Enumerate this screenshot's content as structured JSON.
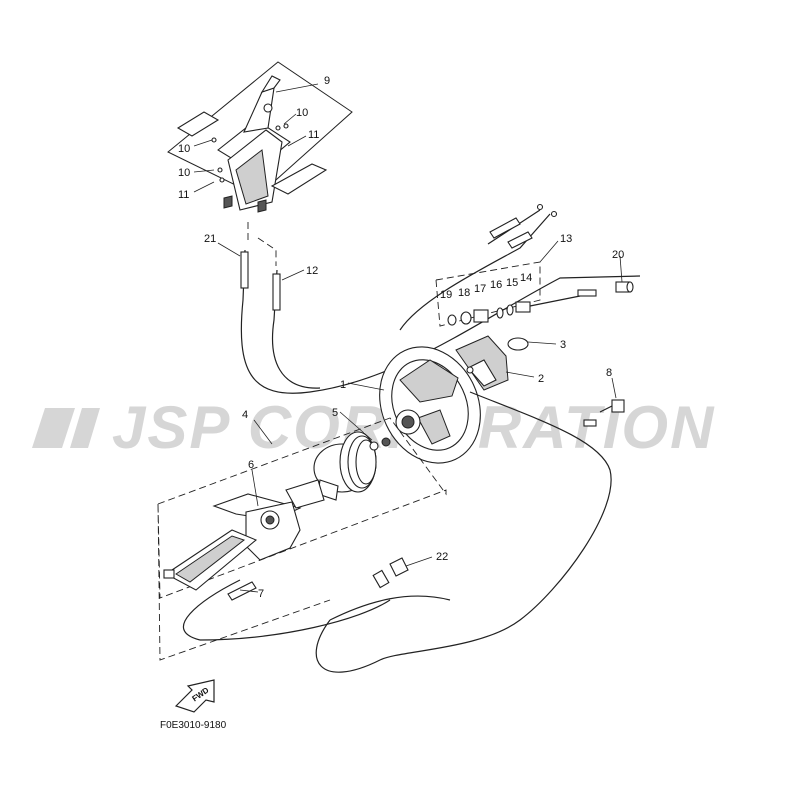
{
  "watermark": "JSP CORPORATION",
  "diagram_code": "F0E3010-9180",
  "fwd_arrow_label": "FWD",
  "callouts": {
    "c1": "1",
    "c2": "2",
    "c3": "3",
    "c4": "4",
    "c5": "5",
    "c6": "6",
    "c7": "7",
    "c8": "8",
    "c9": "9",
    "c10a": "10",
    "c10b": "10",
    "c10c": "10",
    "c11a": "11",
    "c11b": "11",
    "c12": "12",
    "c13": "13",
    "c14": "14",
    "c15": "15",
    "c16": "16",
    "c17": "17",
    "c18": "18",
    "c19": "19",
    "c20": "20",
    "c21": "21",
    "c22": "22"
  }
}
